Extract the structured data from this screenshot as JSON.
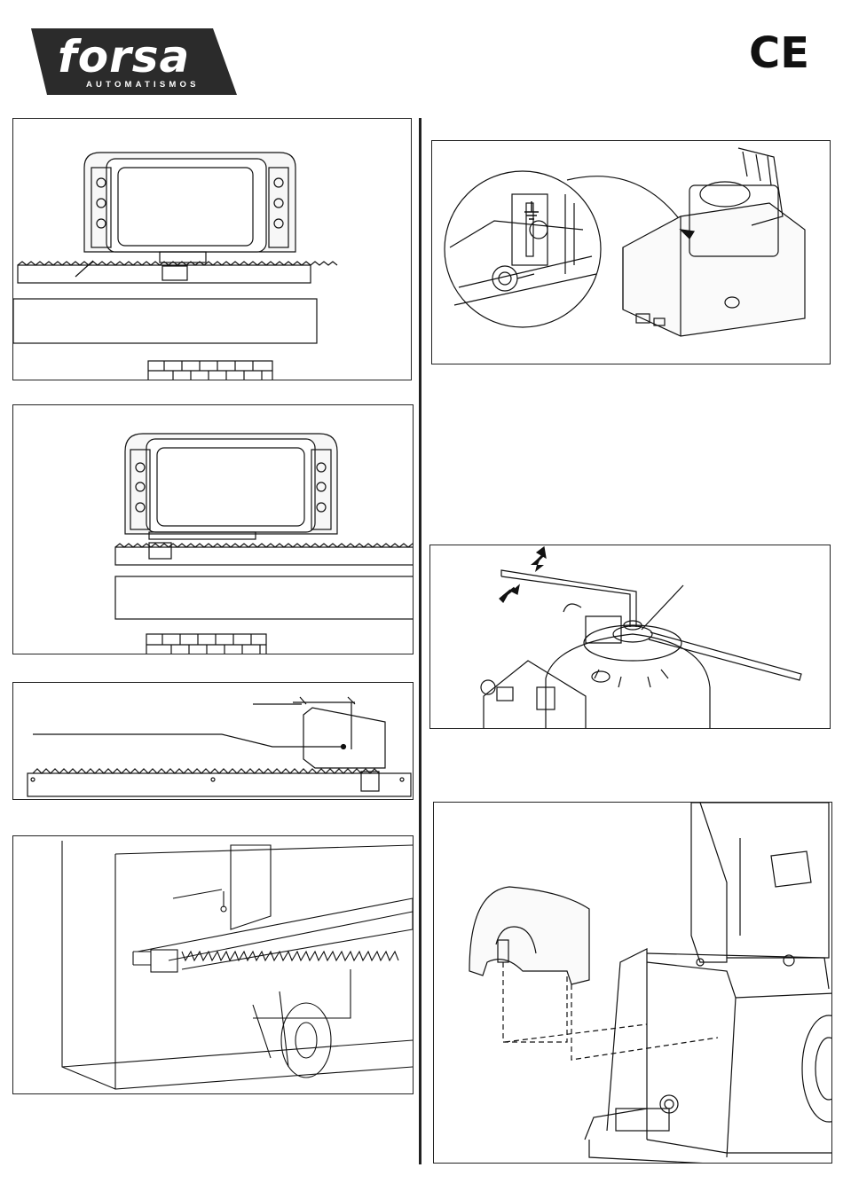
{
  "header": {
    "logo_word": "forsa",
    "logo_subtitle": "AUTOMATISMOS",
    "ce_mark": "CE",
    "brand_color": "#2b2b2b"
  },
  "figures": [
    {
      "id": "fig-motor-rack-high",
      "description_icon": "motor-on-rack-drawing"
    },
    {
      "id": "fig-motor-rack-low",
      "description_icon": "motor-on-rack-drawing"
    },
    {
      "id": "fig-rack-detail",
      "description_icon": "rack-limit-bracket-drawing"
    },
    {
      "id": "fig-rack-mount",
      "description_icon": "rack-welding-drawing"
    },
    {
      "id": "fig-earth-connection",
      "description_icon": "ground-terminal-drawing"
    },
    {
      "id": "fig-clutch-adjust",
      "description_icon": "clutch-wrench-drawing"
    },
    {
      "id": "fig-cover-fit",
      "description_icon": "cover-assembly-drawing"
    }
  ]
}
